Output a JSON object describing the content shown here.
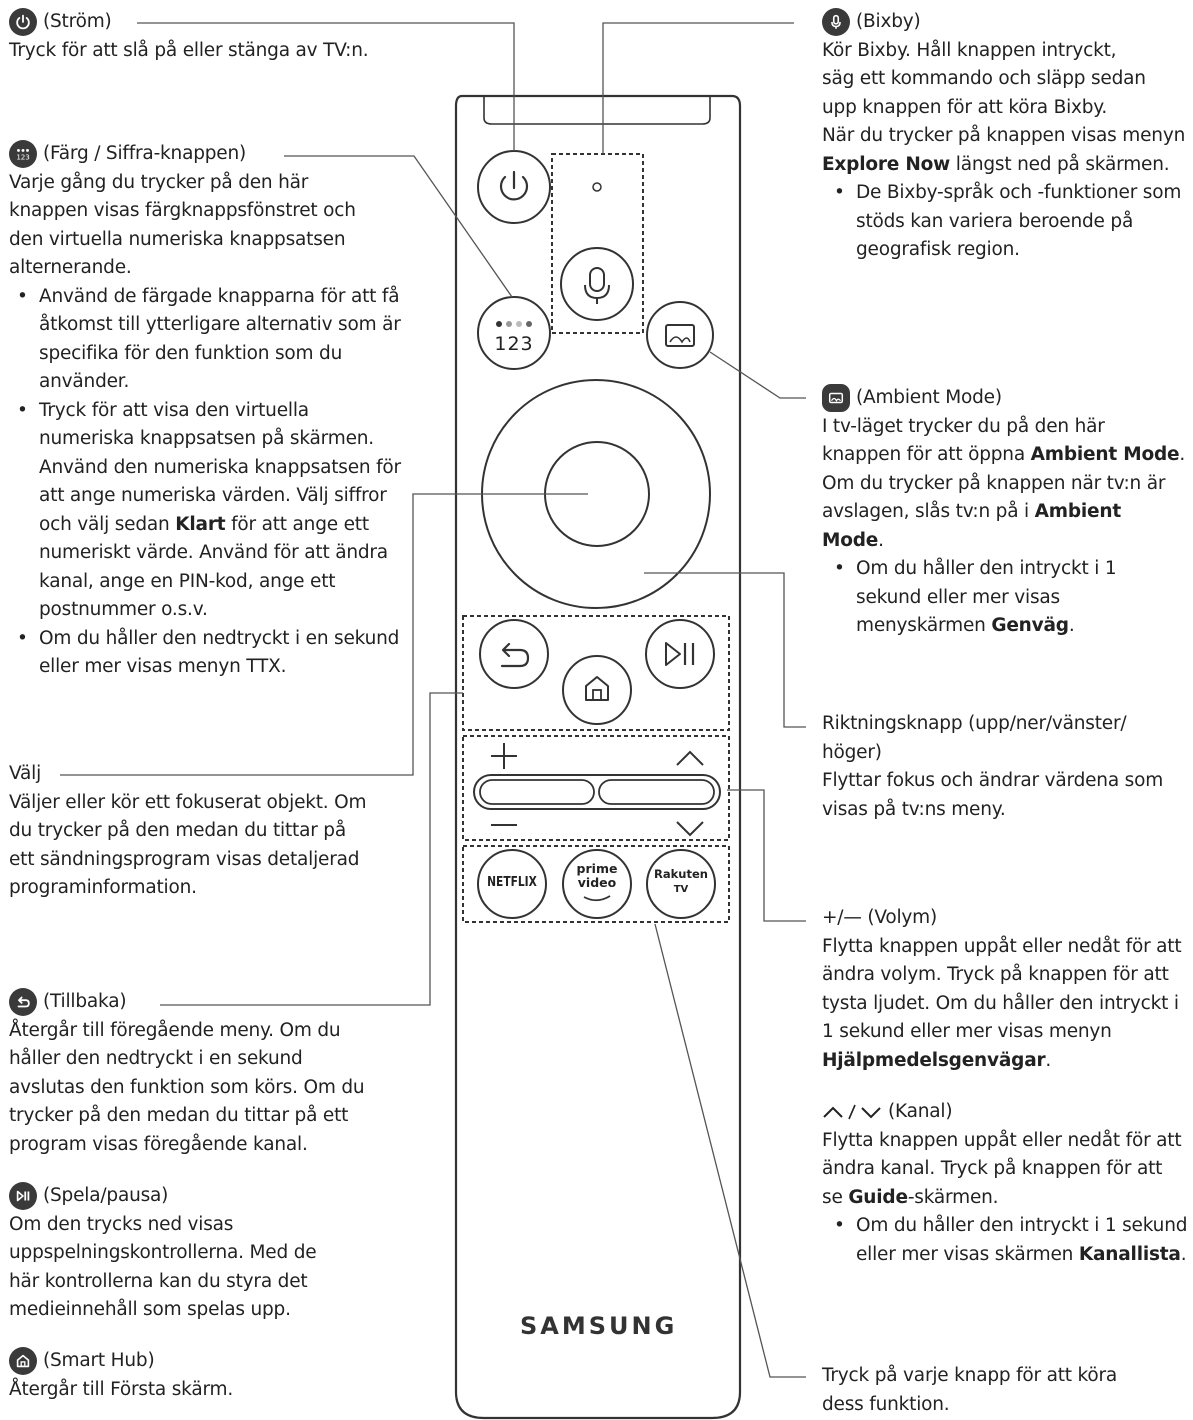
{
  "power": {
    "title": "(Ström)",
    "desc": "Tryck för att slå på eller stänga av TV:n."
  },
  "color_number": {
    "title": "(Färg / Siffra-knappen)",
    "desc": "Varje gång du trycker på den här knappen visas färgknappsfönstret och den virtuella numeriska knappsatsen alternerande.",
    "bullets": [
      "Använd de färgade knapparna för att få åtkomst till ytterligare alternativ som är specifika för den funktion som du använder.",
      "Tryck för att visa den virtuella numeriska knappsatsen på skärmen. Använd den numeriska knappsatsen för att ange numeriska värden. Välj siffror och välj sedan",
      "Om du håller den nedtryckt i en sekund eller mer visas menyn TTX."
    ],
    "bullet2_bold": "Klart",
    "bullet2_tail": "för att ange ett numeriskt värde. Använd för att ändra kanal, ange en PIN-kod, ange ett postnummer o.s.v."
  },
  "select": {
    "title": "Välj",
    "desc": "Väljer eller kör ett fokuserat objekt. Om du trycker på den medan du tittar på ett sändningsprogram visas detaljerad programinformation."
  },
  "back": {
    "title": "(Tillbaka)",
    "desc": "Återgår till föregående meny. Om du håller den nedtryckt i en sekund avslutas den funktion som körs. Om du trycker på den medan du tittar på ett program visas föregående kanal."
  },
  "play_pause": {
    "title": "(Spela/pausa)",
    "desc": "Om den trycks ned visas uppspelningskontrollerna. Med de här kontrollerna kan du styra det medieinnehåll som spelas upp."
  },
  "smart_hub": {
    "title": "(Smart Hub)",
    "desc": "Återgår till Första skärm."
  },
  "bixby": {
    "title": "(Bixby)",
    "desc": "Kör Bixby. Håll knappen intryckt, säg ett kommando och släpp sedan upp knappen för att köra Bixby.",
    "desc2_pre": "När du trycker på knappen visas menyn",
    "desc2_bold": "Explore Now",
    "desc2_tail": "längst ned på skärmen.",
    "bullet": "De Bixby-språk och -funktioner som stöds kan variera beroende på geografisk region."
  },
  "ambient": {
    "title": "(Ambient Mode)",
    "desc_pre": "I tv-läget trycker du på den här knappen för att öppna",
    "desc_bold": "Ambient Mode",
    "desc_end": ".",
    "desc2_pre": "Om du trycker på knappen när tv:n är avslagen, slås tv:n på i",
    "desc2_bold": "Ambient Mode",
    "desc2_end": ".",
    "bullet_pre": "Om du håller den intryckt i 1 sekund eller mer visas menyskärmen",
    "bullet_bold": "Genväg",
    "bullet_end": "."
  },
  "direction": {
    "title": "Riktningsknapp (upp/ner/vänster/ höger)",
    "desc": "Flyttar fokus och ändrar värdena som visas på tv:ns meny."
  },
  "volume": {
    "title": "+/— (Volym)",
    "desc": "Flytta knappen uppåt eller nedåt för att ändra volym. Tryck på knappen för att tysta ljudet. Om du håller den intryckt i 1 sekund eller mer visas menyn",
    "desc_bold": "Hjälpmedelsgenvägar",
    "desc_end": "."
  },
  "channel": {
    "title": "(Kanal)",
    "desc_pre": "Flytta knappen uppåt eller nedåt för att ändra kanal. Tryck på knappen för att se",
    "desc_bold": "Guide",
    "desc_tail": "-skärmen.",
    "bullet_pre": "Om du håller den intryckt i 1 sekund eller mer visas skärmen",
    "bullet_bold": "Kanallista",
    "bullet_end": "."
  },
  "apps": {
    "desc": "Tryck på varje knapp för att köra dess funktion."
  },
  "remote": {
    "brand": "SAMSUNG",
    "numpad_label": "123",
    "netflix": "NETFLIX",
    "prime_line1": "prime",
    "prime_line2": "video",
    "rakuten_line1": "Rakuten",
    "rakuten_line2": "TV"
  },
  "colors": {
    "ink": "#222222",
    "line": "#555555",
    "icon_bg": "#3a3a3a"
  }
}
